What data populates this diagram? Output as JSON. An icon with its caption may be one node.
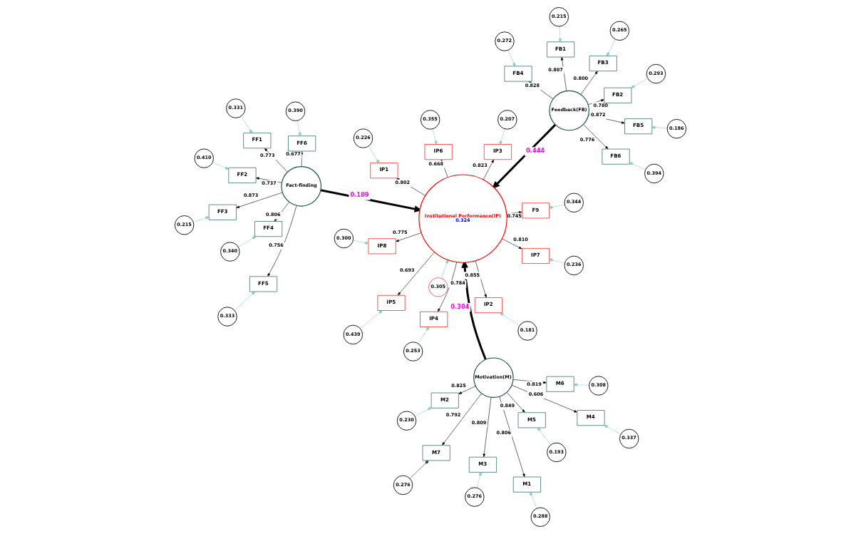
{
  "diagram": {
    "nodes": [
      {
        "text": [
          "Motivation(M)"
        ]
      },
      {
        "text": [
          "Feedback(FB)"
        ]
      },
      {
        "text": [
          "Fact-finding"
        ]
      },
      {
        "text": [
          "Institutional Performance(IP)",
          "0.324"
        ]
      },
      {
        "text": [
          "M1"
        ]
      },
      {
        "text": [
          "M2"
        ]
      },
      {
        "text": [
          "M3"
        ]
      },
      {
        "text": [
          "M4"
        ]
      },
      {
        "text": [
          "M5"
        ]
      },
      {
        "text": [
          "M6"
        ]
      },
      {
        "text": [
          "M7"
        ]
      },
      {
        "text": [
          "FB1"
        ]
      },
      {
        "text": [
          "FB2"
        ]
      },
      {
        "text": [
          "FB3"
        ]
      },
      {
        "text": [
          "FB4"
        ]
      },
      {
        "text": [
          "FB5"
        ]
      },
      {
        "text": [
          "FB6"
        ]
      },
      {
        "text": [
          "FF1"
        ]
      },
      {
        "text": [
          "FF2"
        ]
      },
      {
        "text": [
          "FF3"
        ]
      },
      {
        "text": [
          "FF4"
        ]
      },
      {
        "text": [
          "FF5"
        ]
      },
      {
        "text": [
          "FF6"
        ]
      },
      {
        "text": [
          "F9"
        ]
      },
      {
        "text": [
          "IP1"
        ]
      },
      {
        "text": [
          "IP2"
        ]
      },
      {
        "text": [
          "IP3"
        ]
      },
      {
        "text": [
          "IP4"
        ]
      },
      {
        "text": [
          "IP5"
        ]
      },
      {
        "text": [
          "IP6"
        ]
      },
      {
        "text": [
          "IP7"
        ]
      },
      {
        "text": [
          "IP8"
        ]
      },
      {
        "text": [
          "0.288"
        ]
      },
      {
        "text": [
          "0.230"
        ]
      },
      {
        "text": [
          "0.276"
        ]
      },
      {
        "text": [
          "0.337"
        ]
      },
      {
        "text": [
          "0.193"
        ]
      },
      {
        "text": [
          "0.308"
        ]
      },
      {
        "text": [
          "0.276"
        ]
      },
      {
        "text": [
          "0.215"
        ]
      },
      {
        "text": [
          "0.293"
        ]
      },
      {
        "text": [
          "0.265"
        ]
      },
      {
        "text": [
          "0.272"
        ]
      },
      {
        "text": [
          "0.186"
        ]
      },
      {
        "text": [
          "0.394"
        ]
      },
      {
        "text": [
          "0.331"
        ]
      },
      {
        "text": [
          "0.410"
        ]
      },
      {
        "text": [
          "0.215"
        ]
      },
      {
        "text": [
          "0.340"
        ]
      },
      {
        "text": [
          "0.333"
        ]
      },
      {
        "text": [
          "0.390"
        ]
      },
      {
        "text": [
          "0.344"
        ]
      },
      {
        "text": [
          "0.226"
        ]
      },
      {
        "text": [
          "0.181"
        ]
      },
      {
        "text": [
          "0.207"
        ]
      },
      {
        "text": [
          "0.253"
        ]
      },
      {
        "text": [
          "0.439"
        ]
      },
      {
        "text": [
          "0.355"
        ]
      },
      {
        "text": [
          "0.236"
        ]
      },
      {
        "text": [
          "0.300"
        ]
      },
      {
        "text": [
          "0.305"
        ]
      }
    ],
    "edges": [
      {
        "from": 0,
        "to": 4,
        "arrow": "to",
        "label": "0.806"
      },
      {
        "from": 0,
        "to": 5,
        "arrow": "to",
        "label": "0.825"
      },
      {
        "from": 0,
        "to": 6,
        "arrow": "to",
        "label": "0.809"
      },
      {
        "from": 0,
        "to": 7,
        "arrow": "to",
        "label": "0.606"
      },
      {
        "from": 0,
        "to": 8,
        "arrow": "to",
        "label": "0.849"
      },
      {
        "from": 0,
        "to": 9,
        "arrow": "to",
        "label": "0.819"
      },
      {
        "from": 0,
        "to": 10,
        "arrow": "to",
        "label": "0.792"
      },
      {
        "from": 1,
        "to": 11,
        "arrow": "to",
        "label": "0.807"
      },
      {
        "from": 1,
        "to": 12,
        "arrow": "to",
        "label": "0.780"
      },
      {
        "from": 1,
        "to": 13,
        "arrow": "to",
        "label": "0.800"
      },
      {
        "from": 1,
        "to": 14,
        "arrow": "to",
        "label": "0.828"
      },
      {
        "from": 1,
        "to": 15,
        "arrow": "to",
        "label": "0.872"
      },
      {
        "from": 1,
        "to": 16,
        "arrow": "to",
        "label": "0.776"
      },
      {
        "from": 2,
        "to": 17,
        "arrow": "to",
        "label": "0.773"
      },
      {
        "from": 2,
        "to": 18,
        "arrow": "to",
        "label": "0.737"
      },
      {
        "from": 2,
        "to": 19,
        "arrow": "to",
        "label": "0.873"
      },
      {
        "from": 2,
        "to": 20,
        "arrow": "to",
        "label": "0.806"
      },
      {
        "from": 2,
        "to": 21,
        "arrow": "to",
        "label": "0.756"
      },
      {
        "from": 2,
        "to": 22,
        "arrow": "to",
        "label": "0.677"
      },
      {
        "from": 3,
        "to": 23,
        "arrow": "to",
        "label": "0.745"
      },
      {
        "from": 3,
        "to": 24,
        "arrow": "to",
        "label": "0.802"
      },
      {
        "from": 3,
        "to": 25,
        "arrow": "to",
        "label": "0.855"
      },
      {
        "from": 3,
        "to": 26,
        "arrow": "to",
        "label": "0.823"
      },
      {
        "from": 3,
        "to": 27,
        "arrow": "to",
        "label": "0.784"
      },
      {
        "from": 3,
        "to": 28,
        "arrow": "to",
        "label": "0.693"
      },
      {
        "from": 3,
        "to": 29,
        "arrow": "to",
        "label": "0.668"
      },
      {
        "from": 3,
        "to": 30,
        "arrow": "to",
        "label": "0.810"
      },
      {
        "from": 3,
        "to": 31,
        "arrow": "to",
        "label": "0.775"
      },
      {
        "from": 0,
        "to": 3,
        "arrow": "to",
        "label": "0.304",
        "style": "thick"
      },
      {
        "from": 1,
        "to": 3,
        "arrow": "to",
        "label": "0.444",
        "style": "thick"
      },
      {
        "from": 2,
        "to": 3,
        "arrow": "to",
        "label": "0.189",
        "style": "thick"
      },
      {
        "from": 32,
        "to": 4,
        "arrow": "other",
        "color": "#8ccbcb"
      },
      {
        "from": 33,
        "to": 5,
        "arrow": "other",
        "color": "#8ccbcb"
      },
      {
        "from": 34,
        "to": 6,
        "arrow": "other",
        "color": "#8ccbcb"
      },
      {
        "from": 35,
        "to": 7,
        "arrow": "other",
        "color": "#8ccbcb"
      },
      {
        "from": 36,
        "to": 8,
        "arrow": "other",
        "color": "#8ccbcb"
      },
      {
        "from": 37,
        "to": 9,
        "arrow": "other",
        "color": "#8ccbcb"
      },
      {
        "from": 38,
        "to": 10,
        "arrow": "other",
        "color": "#1f3f3f"
      },
      {
        "from": 39,
        "to": 11,
        "arrow": "other",
        "color": "#8ccbcb"
      },
      {
        "from": 40,
        "to": 12,
        "arrow": "other",
        "color": "#8ccbcb"
      },
      {
        "from": 41,
        "to": 13,
        "arrow": "other",
        "color": "#8ccbcb"
      },
      {
        "from": 42,
        "to": 14,
        "arrow": "other",
        "color": "#8ccbcb"
      },
      {
        "from": 43,
        "to": 15,
        "arrow": "other",
        "color": "#8ccbcb"
      },
      {
        "from": 44,
        "to": 16,
        "arrow": "other",
        "color": "#8ccbcb"
      },
      {
        "from": 45,
        "to": 17,
        "arrow": "other",
        "color": "#8ccbcb"
      },
      {
        "from": 46,
        "to": 18,
        "arrow": "other",
        "color": "#8ccbcb"
      },
      {
        "from": 47,
        "to": 19,
        "arrow": "other",
        "color": "#8ccbcb"
      },
      {
        "from": 48,
        "to": 20,
        "arrow": "other",
        "color": "#8ccbcb"
      },
      {
        "from": 49,
        "to": 21,
        "arrow": "other",
        "color": "#8ccbcb"
      },
      {
        "from": 50,
        "to": 22,
        "arrow": "other",
        "color": "#8ccbcb"
      },
      {
        "from": 51,
        "to": 23,
        "arrow": "other",
        "color": "#8ccbcb"
      },
      {
        "from": 52,
        "to": 24,
        "arrow": "other",
        "color": "#8ccbcb"
      },
      {
        "from": 53,
        "to": 25,
        "arrow": "other",
        "color": "#8ccbcb"
      },
      {
        "from": 54,
        "to": 26,
        "arrow": "other",
        "color": "#8ccbcb"
      },
      {
        "from": 55,
        "to": 27,
        "arrow": "other",
        "color": "#8ccbcb"
      },
      {
        "from": 56,
        "to": 28,
        "arrow": "other",
        "color": "#8ccbcb"
      },
      {
        "from": 57,
        "to": 29,
        "arrow": "other",
        "color": "#8ccbcb"
      },
      {
        "from": 58,
        "to": 30,
        "arrow": "other",
        "color": "#8ccbcb"
      },
      {
        "from": 59,
        "to": 31,
        "arrow": "other",
        "color": "#8ccbcb"
      },
      {
        "from": 60,
        "to": 3,
        "arrow": "other",
        "color": "#8ccbcb"
      }
    ]
  }
}
